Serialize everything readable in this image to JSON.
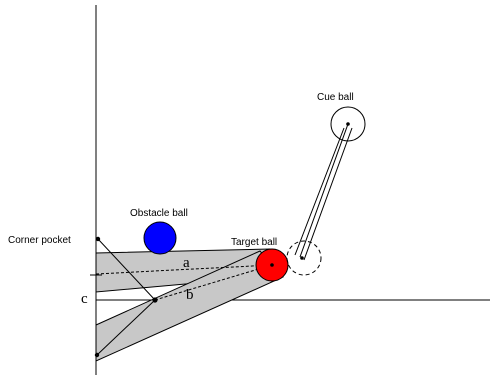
{
  "labels": {
    "cue_ball": "Cue ball",
    "obstacle_ball": "Obstacle ball",
    "corner_pocket": "Corner pocket",
    "target_ball": "Target ball",
    "path_a": "a",
    "path_b": "b",
    "dim_c": "c"
  },
  "colors": {
    "obstacle_ball": "#0000ff",
    "target_ball": "#ff0000",
    "path_band": "#c8c8c8",
    "stroke": "#000000"
  }
}
